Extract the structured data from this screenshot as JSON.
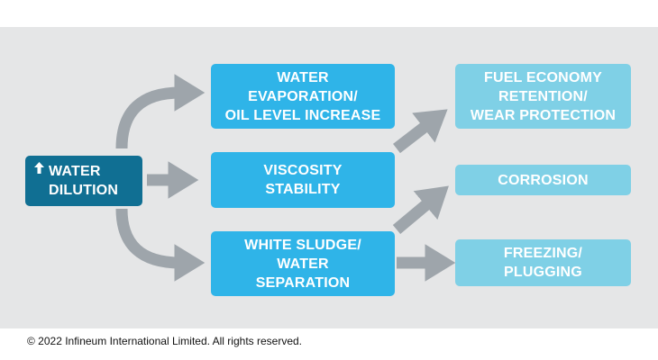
{
  "colors": {
    "background": "#e5e6e7",
    "source_box": "#106f93",
    "middle_box": "#2fb4e8",
    "outcome_box": "#7fd0e6",
    "arrow": "#9ea5ab"
  },
  "source": {
    "icon": "up-arrow-icon",
    "label": "WATER\nDILUTION"
  },
  "effects": [
    {
      "label": "WATER\nEVAPORATION/\nOIL LEVEL INCREASE"
    },
    {
      "label": "VISCOSITY\nSTABILITY"
    },
    {
      "label": "WHITE SLUDGE/\nWATER\nSEPARATION"
    }
  ],
  "outcomes": [
    {
      "label": "FUEL ECONOMY\nRETENTION/\nWEAR PROTECTION"
    },
    {
      "label": "CORROSION"
    },
    {
      "label": "FREEZING/\nPLUGGING"
    }
  ],
  "footer": "© 2022 Infineum International Limited. All rights reserved."
}
